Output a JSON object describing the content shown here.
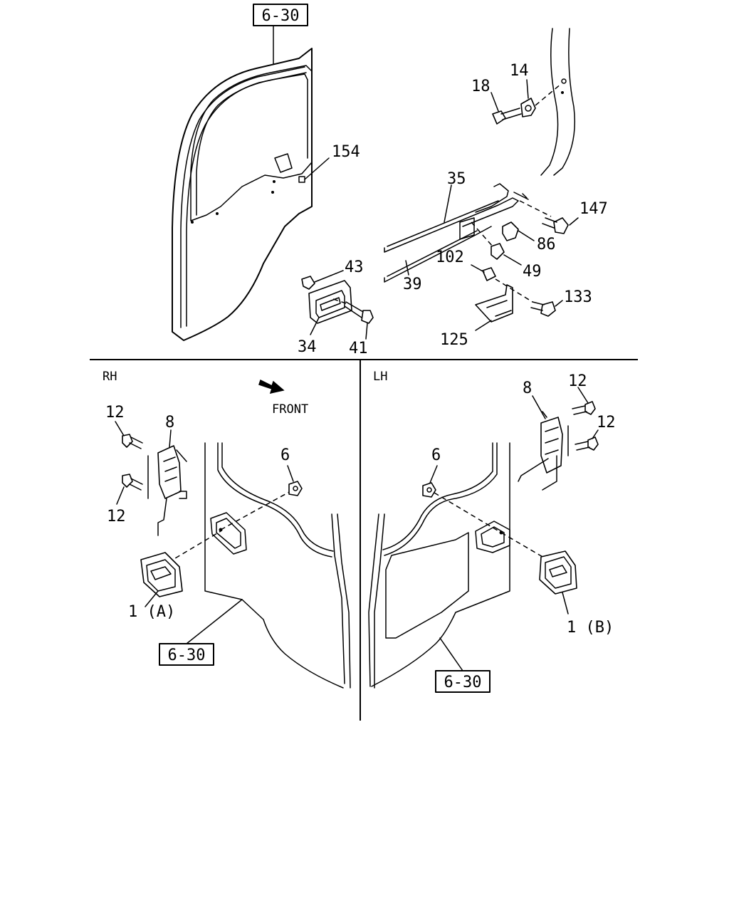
{
  "sections": {
    "rh": "RH",
    "lh": "LH",
    "front": "FRONT"
  },
  "refs": {
    "top": "6-30",
    "rh_bottom": "6-30",
    "lh_bottom": "6-30"
  },
  "callouts": {
    "c14": "14",
    "c18": "18",
    "c154": "154",
    "c35": "35",
    "c147": "147",
    "c86": "86",
    "c102": "102",
    "c49": "49",
    "c39": "39",
    "c133": "133",
    "c125": "125",
    "c43": "43",
    "c34": "34",
    "c41": "41",
    "rh_12a": "12",
    "rh_8": "8",
    "rh_12b": "12",
    "rh_6": "6",
    "rh_1": "1 (A)",
    "lh_8": "8",
    "lh_12a": "12",
    "lh_12b": "12",
    "lh_6": "6",
    "lh_1": "1 (B)"
  }
}
